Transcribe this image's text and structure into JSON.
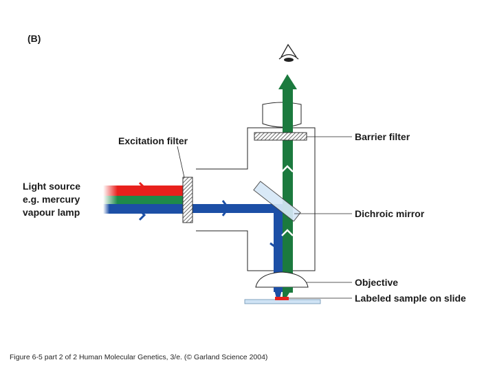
{
  "panel_label": "(B)",
  "labels": {
    "excitation_filter": "Excitation filter",
    "light_source": [
      "Light source",
      "e.g. mercury",
      "vapour lamp"
    ],
    "barrier_filter": "Barrier filter",
    "dichroic_mirror": "Dichroic mirror",
    "objective": "Objective",
    "sample": "Labeled sample on slide"
  },
  "caption": "Figure 6-5 part 2 of 2  Human Molecular Genetics, 3/e.  (© Garland Science 2004)",
  "colors": {
    "excitation_red": "#e8201c",
    "excitation_green": "#1e8a4a",
    "excitation_blue": "#1c4fa6",
    "emission_green": "#1b7a3e",
    "sample_red": "#e8201c",
    "slide": "#cfe3f5",
    "mirror": "#d6e8f7"
  },
  "icons": [
    "eye-icon"
  ]
}
